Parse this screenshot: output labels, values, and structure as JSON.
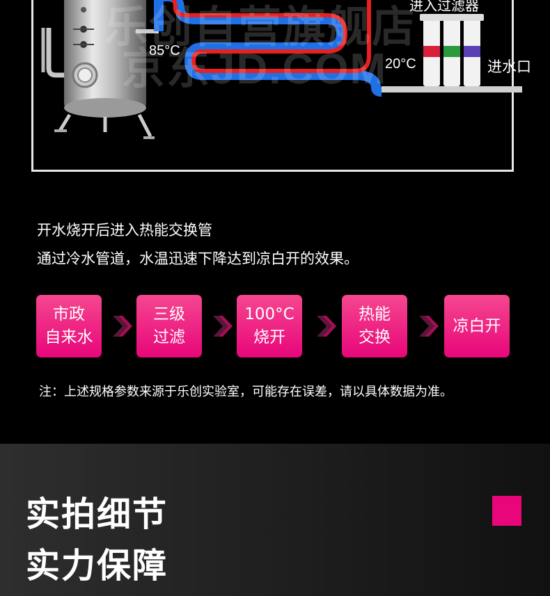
{
  "diagram": {
    "hot_temp": "85°C",
    "cold_temp": "20°C",
    "inlet_label": "进水口",
    "filter_label": "进入过滤器",
    "watermark_line1": "乐创自营旗舰店",
    "watermark_line2": "京东JD.COM",
    "colors": {
      "hot_pipe": "#e8201f",
      "cold_pipe": "#1f6fe5",
      "frame": "#e8e8e8"
    }
  },
  "description": {
    "line1": "开水烧开后进入热能交换管",
    "line2": "通过冷水管道，水温迅速下降达到凉白开的效果。"
  },
  "process": {
    "steps": [
      {
        "line1": "市政",
        "line2": "自来水"
      },
      {
        "line1": "三级",
        "line2": "过滤"
      },
      {
        "line1": "100°C",
        "line2": "烧开"
      },
      {
        "line1": "热能",
        "line2": "交换"
      },
      {
        "line1": "凉白开",
        "line2": ""
      }
    ],
    "accent_color": "#e8067a"
  },
  "note": "注：上述规格参数来源于乐创实验室，可能存在误差，请以具体数据为准。",
  "section": {
    "headline1": "实拍细节",
    "headline2": "实力保障"
  }
}
